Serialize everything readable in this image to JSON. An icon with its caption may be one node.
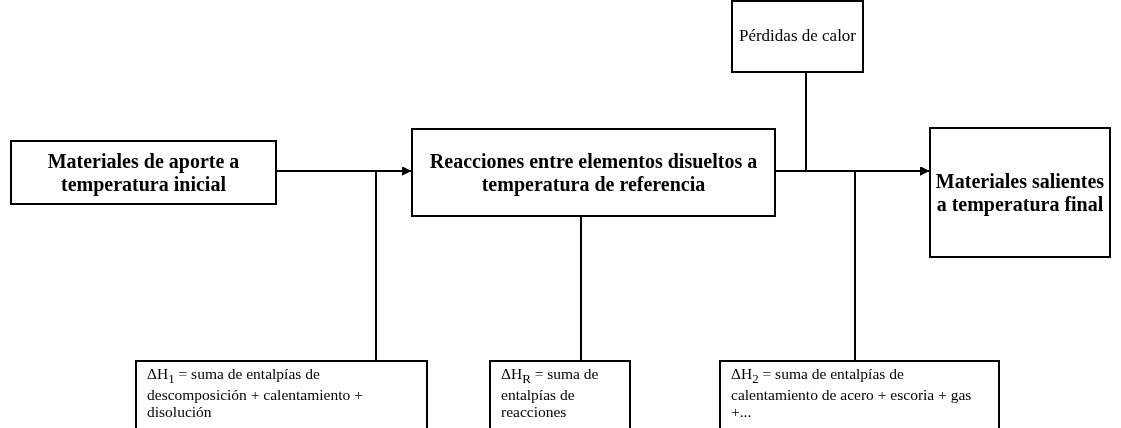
{
  "diagram": {
    "nodes": [
      {
        "text": [
          "Materiales de aporte a temperatura inicial"
        ]
      },
      {
        "text": [
          "Reacciones entre elementos disueltos a temperatura de referencia"
        ]
      },
      {
        "text": [
          "Pérdidas de calor"
        ]
      },
      {
        "text": [
          "Materiales salientes a temperatura final"
        ]
      },
      {
        "text": [
          "ΔH$_{1}$ = suma de entalpías de descomposición + calentamiento + disolución"
        ]
      },
      {
        "text": [
          "ΔH$_{R}$ = suma de entalpías de reacciones"
        ]
      },
      {
        "text": [
          "ΔH$_{2}$ = suma de entalpías de calentamiento de acero + escoria + gas +..."
        ]
      }
    ],
    "edges": [
      {
        "from": 0,
        "to": 1,
        "arrow": "to"
      },
      {
        "from": 4,
        "to": 1,
        "arrow": "to"
      },
      {
        "from": 5,
        "to": 1,
        "arrow": "none"
      },
      {
        "from": 1,
        "to": 3,
        "arrow": "to"
      },
      {
        "from": 2,
        "to": 3,
        "arrow": "to"
      },
      {
        "from": 6,
        "to": 3,
        "arrow": "to"
      }
    ]
  }
}
